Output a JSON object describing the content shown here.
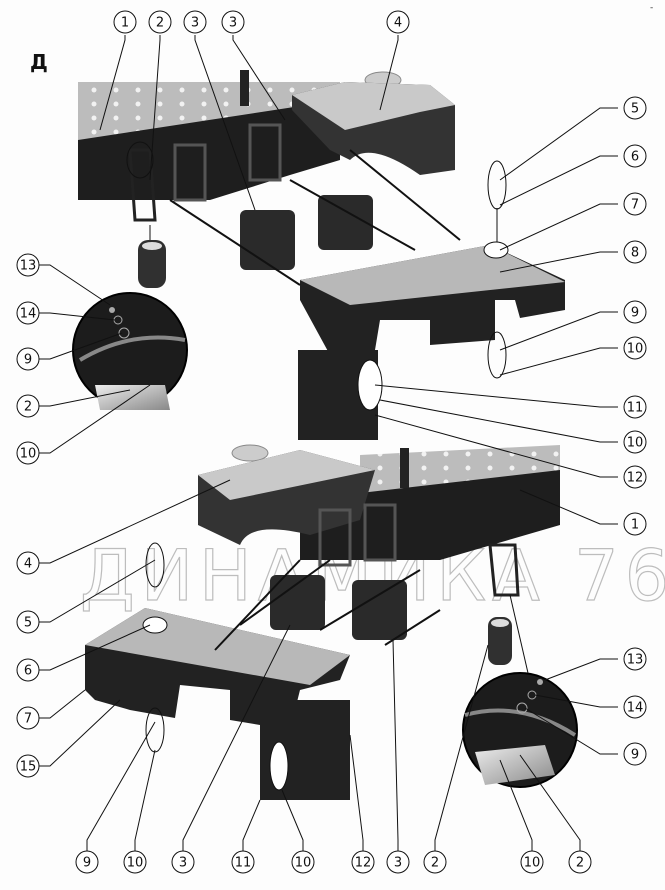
{
  "view_label": "Д",
  "watermark": "ДИНАМИКА 76",
  "corner_mark": "-",
  "callouts": [
    {
      "id": "c-top-1",
      "label": "1"
    },
    {
      "id": "c-top-2",
      "label": "2"
    },
    {
      "id": "c-top-3a",
      "label": "3"
    },
    {
      "id": "c-top-3b",
      "label": "3"
    },
    {
      "id": "c-top-4",
      "label": "4"
    },
    {
      "id": "c-r-5",
      "label": "5"
    },
    {
      "id": "c-r-6",
      "label": "6"
    },
    {
      "id": "c-r-7",
      "label": "7"
    },
    {
      "id": "c-r-8",
      "label": "8"
    },
    {
      "id": "c-r-9",
      "label": "9"
    },
    {
      "id": "c-r-10a",
      "label": "10"
    },
    {
      "id": "c-r-11",
      "label": "11"
    },
    {
      "id": "c-r-10b",
      "label": "10"
    },
    {
      "id": "c-r-12",
      "label": "12"
    },
    {
      "id": "c-r-1",
      "label": "1"
    },
    {
      "id": "c-l-13",
      "label": "13"
    },
    {
      "id": "c-l-14",
      "label": "14"
    },
    {
      "id": "c-l-9",
      "label": "9"
    },
    {
      "id": "c-l-2",
      "label": "2"
    },
    {
      "id": "c-l-10",
      "label": "10"
    },
    {
      "id": "c-l-4",
      "label": "4"
    },
    {
      "id": "c-l-5",
      "label": "5"
    },
    {
      "id": "c-l-6",
      "label": "6"
    },
    {
      "id": "c-l-7",
      "label": "7"
    },
    {
      "id": "c-l-15",
      "label": "15"
    },
    {
      "id": "c-b-9",
      "label": "9"
    },
    {
      "id": "c-b-10a",
      "label": "10"
    },
    {
      "id": "c-b-3a",
      "label": "3"
    },
    {
      "id": "c-b-11",
      "label": "11"
    },
    {
      "id": "c-b-10b",
      "label": "10"
    },
    {
      "id": "c-b-12",
      "label": "12"
    },
    {
      "id": "c-b-3b",
      "label": "3"
    },
    {
      "id": "c-b-2a",
      "label": "2"
    },
    {
      "id": "c-b-10c",
      "label": "10"
    },
    {
      "id": "c-b-2b",
      "label": "2"
    },
    {
      "id": "c-br-13",
      "label": "13"
    },
    {
      "id": "c-br-14",
      "label": "14"
    },
    {
      "id": "c-br-9",
      "label": "9"
    }
  ]
}
